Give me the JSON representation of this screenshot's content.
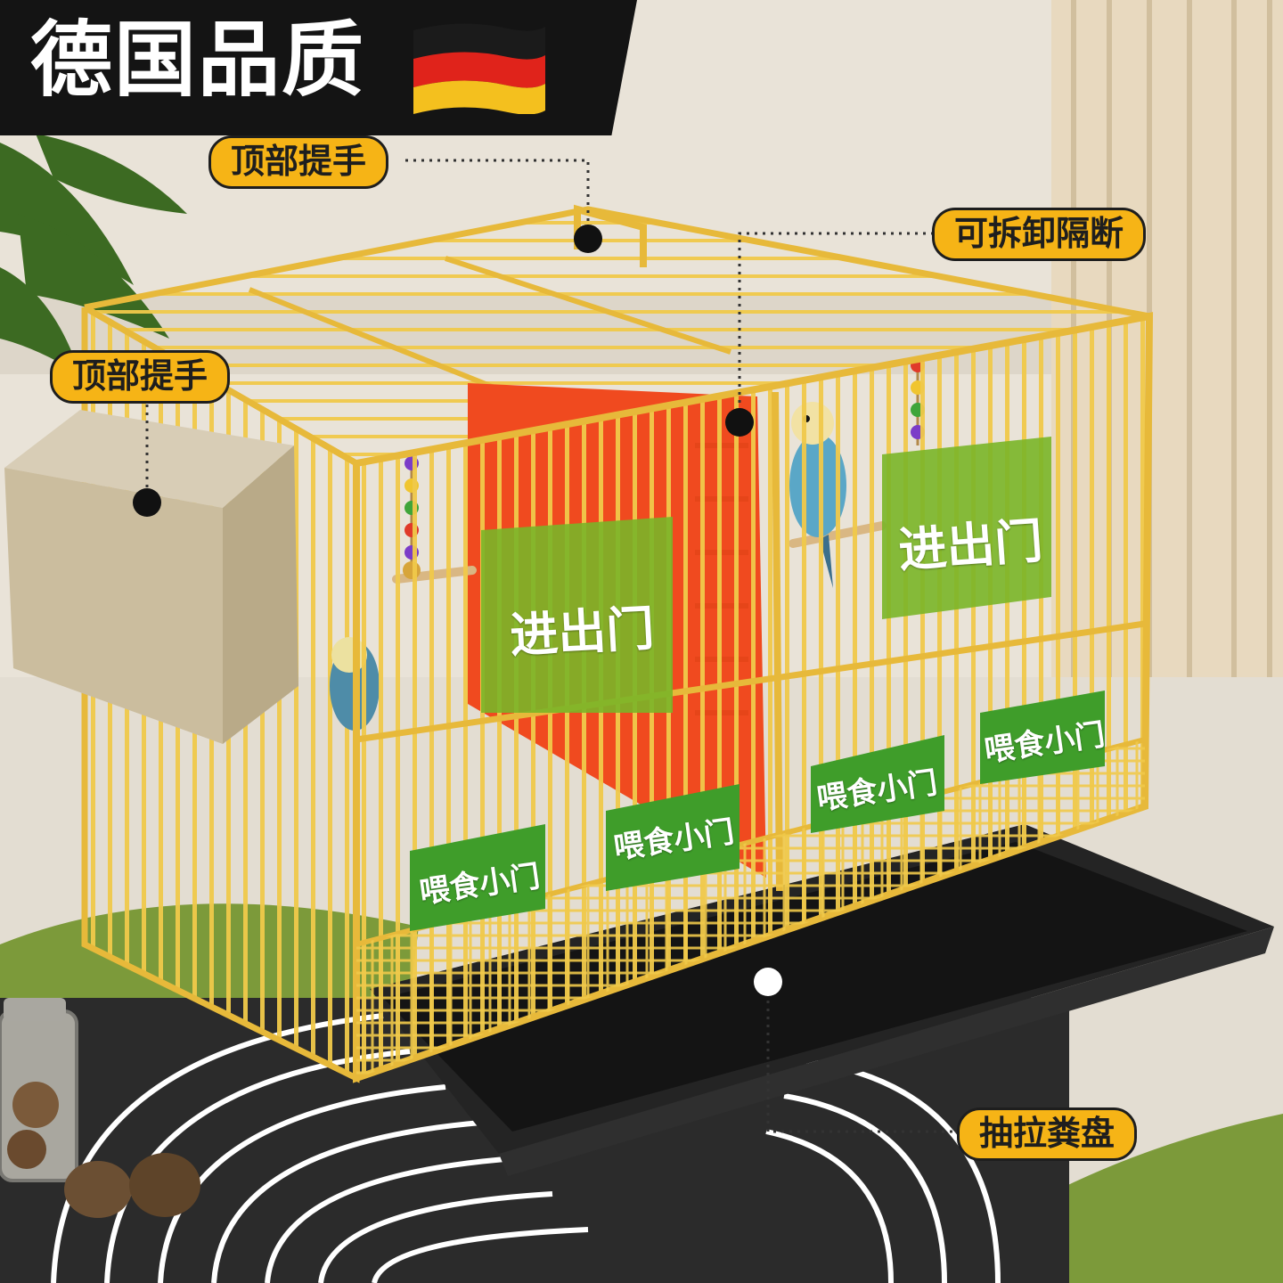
{
  "banner": {
    "title": "德国品质",
    "flag": "germany-flag-icon"
  },
  "callouts": {
    "top_handle_upper": "顶部提手",
    "removable_divider": "可拆卸隔断",
    "top_handle_left": "顶部提手",
    "pull_out_tray": "抽拉粪盘"
  },
  "doors": {
    "entry_left": "进出门",
    "entry_right": "进出门",
    "feed_1": "喂食小门",
    "feed_2": "喂食小门",
    "feed_3": "喂食小门",
    "feed_4": "喂食小门"
  },
  "colors": {
    "wire": "#f0c94a",
    "divider": "#f04a1f",
    "door_green": "#7ab528",
    "feeder_green": "#3f9d2a",
    "tray": "#242424",
    "tag": "#f6b416"
  }
}
